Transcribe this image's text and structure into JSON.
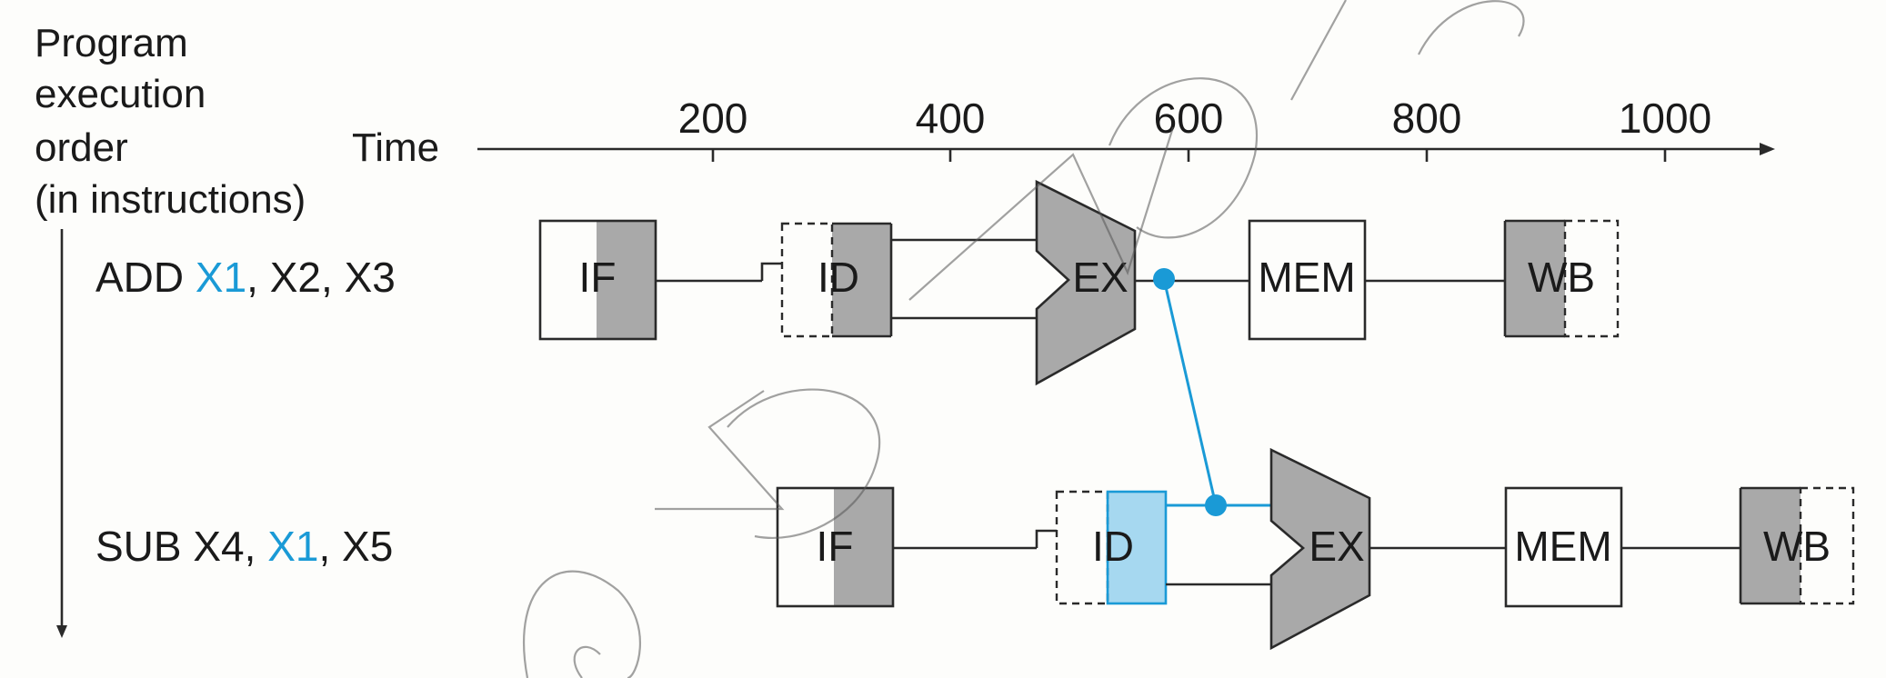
{
  "axis": {
    "order_label": [
      "Program",
      "execution",
      "order",
      "(in instructions)"
    ],
    "time_label": "Time",
    "ticks": [
      "200",
      "400",
      "600",
      "800",
      "1000"
    ]
  },
  "instructions": [
    {
      "op": "ADD ",
      "r1": "X1",
      "sep1": ", ",
      "r2": "X2",
      "sep2": ", ",
      "r3": "X3",
      "highlight": "r1"
    },
    {
      "op": "SUB ",
      "r1": "X4",
      "sep1": ", ",
      "r2": "X1",
      "sep2": ", ",
      "r3": "X5",
      "highlight": "r2"
    }
  ],
  "stages": {
    "if": "IF",
    "id": "ID",
    "ex": "EX",
    "mem": "MEM",
    "wb": "WB"
  },
  "colors": {
    "highlight": "#1a9ad6",
    "id_highlight_fill": "#a6d8f0",
    "stage_gray": "#a9a9a9"
  }
}
